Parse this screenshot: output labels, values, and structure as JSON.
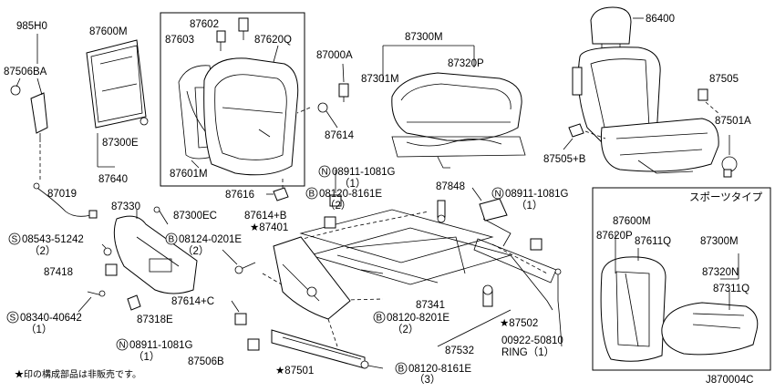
{
  "diagram": {
    "footnote": "★印の構成部品は非販売です。",
    "figure_id": "J870004C",
    "sports_type_label": "スポーツタイプ",
    "callouts": {
      "p985H0": "985H0",
      "p87506BA": "87506BA",
      "p87600M": "87600M",
      "p87602": "87602",
      "p87603": "87603",
      "p87620Q": "87620Q",
      "p87300M": "87300M",
      "p87320P": "87320P",
      "p87301M": "87301M",
      "p86400": "86400",
      "p87505": "87505",
      "p87501A": "87501A",
      "p87505B": "87505+B",
      "p87000A": "87000A",
      "p87614": "87614",
      "p87300E": "87300E",
      "p87640": "87640",
      "p87601M": "87601M",
      "p87019": "87019",
      "p87616": "87616",
      "p87330": "87330",
      "p87300EC": "87300EC",
      "p87614B": "87614+B",
      "p87401": "★87401",
      "n08911_1081G_a": "08911-1081G",
      "n08911_1081G_a_qty": "（1）",
      "b08120_8161E_a": "08120-8161E",
      "b08120_8161E_a_qty": "（2）",
      "p87848": "87848",
      "n08911_1081G_b": "08911-1081G",
      "n08911_1081G_b_qty": "（1）",
      "s08543_51242": "08543-51242",
      "s08543_51242_qty": "（2）",
      "b08124_0201E": "08124-0201E",
      "b08124_0201E_qty": "（2）",
      "p87418": "87418",
      "s08340_40642": "08340-40642",
      "s08340_40642_qty": "（1）",
      "p87318E": "87318E",
      "p87614C": "87614+C",
      "p87341": "87341",
      "b08120_8201E": "08120-8201E",
      "b08120_8201E_qty": "（2）",
      "p87502": "★87502",
      "n08911_1081G_c": "08911-1081G",
      "n08911_1081G_c_qty": "（1）",
      "p87506B": "87506B",
      "p87501": "★87501",
      "b08120_8161E_b": "08120-8161E",
      "b08120_8161E_b_qty": "（3）",
      "p87532": "87532",
      "p00922_50810": "00922-50810",
      "ring": "RING（1）",
      "sp87600M": "87600M",
      "sp87620P": "87620P",
      "sp87611Q": "87611Q",
      "sp87300M": "87300M",
      "sp87320N": "87320N",
      "sp87311Q": "87311Q"
    },
    "markers": {
      "N": "N",
      "B": "B",
      "S": "S"
    }
  }
}
